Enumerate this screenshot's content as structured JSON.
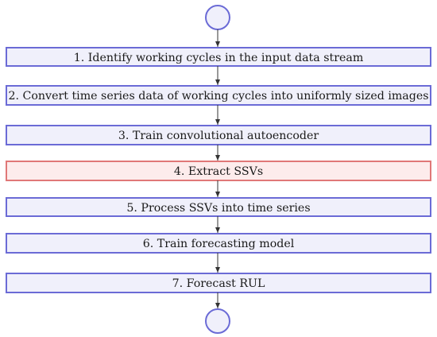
{
  "diagram": {
    "steps": [
      {
        "label": "1.  Identify working cycles in the input data stream",
        "highlight": false
      },
      {
        "label": "2.  Convert time series data of working cycles into uniformly sized images",
        "highlight": false
      },
      {
        "label": "3.  Train convolutional autoencoder",
        "highlight": false
      },
      {
        "label": "4.  Extract SSVs",
        "highlight": true
      },
      {
        "label": "5.  Process SSVs into time series",
        "highlight": false
      },
      {
        "label": "6.  Train forecasting model",
        "highlight": false
      },
      {
        "label": "7.  Forecast RUL",
        "highlight": false
      }
    ],
    "colors": {
      "box_fill": "#f0f0fb",
      "box_stroke": "#6b6bd6",
      "highlight_fill": "#fdecec",
      "highlight_stroke": "#e07878",
      "terminal_fill": "#f0f0fb",
      "terminal_stroke": "#6b6bd6",
      "arrow": "#333333"
    }
  }
}
